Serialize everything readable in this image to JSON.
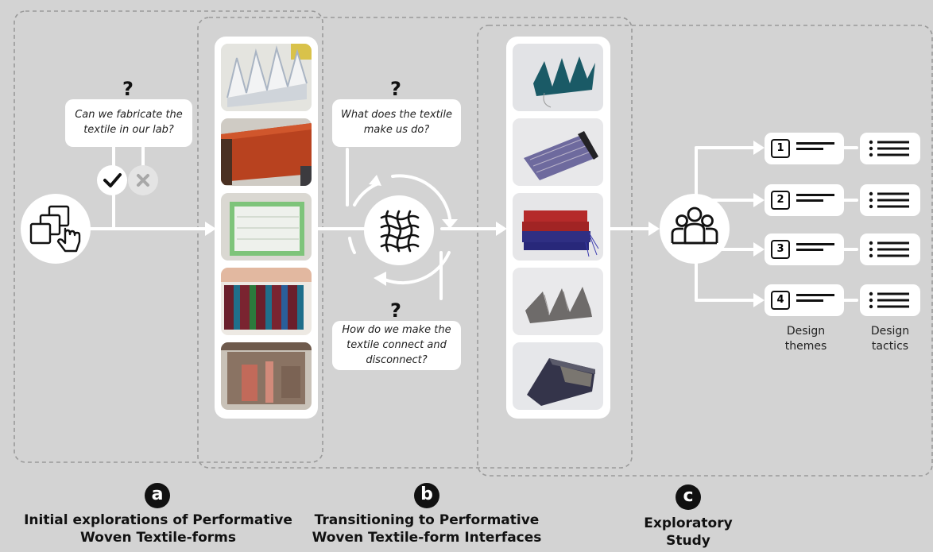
{
  "questions": {
    "q1": "Can we fabricate the textile in our lab?",
    "q2": "What does the textile make us do?",
    "q3": "How do we make the textile connect and disconnect?",
    "mark": "?"
  },
  "steps": [
    {
      "number": "1"
    },
    {
      "number": "2"
    },
    {
      "number": "3"
    },
    {
      "number": "4"
    }
  ],
  "columns": {
    "themes": "Design themes",
    "tactics": "Design tactics"
  },
  "sections": [
    {
      "letter": "a",
      "title_line1": "Initial explorations of Performative",
      "title_line2": "Woven Textile-forms"
    },
    {
      "letter": "b",
      "title_line1": "Transitioning to Performative",
      "title_line2": "Woven Textile-form Interfaces"
    },
    {
      "letter": "c",
      "title_line1": "Exploratory",
      "title_line2": "Study"
    }
  ],
  "icons": {
    "check": "check-icon",
    "cross": "cross-icon",
    "weave": "weave-icon",
    "group": "group-icon",
    "touch": "layers-touch-icon"
  }
}
